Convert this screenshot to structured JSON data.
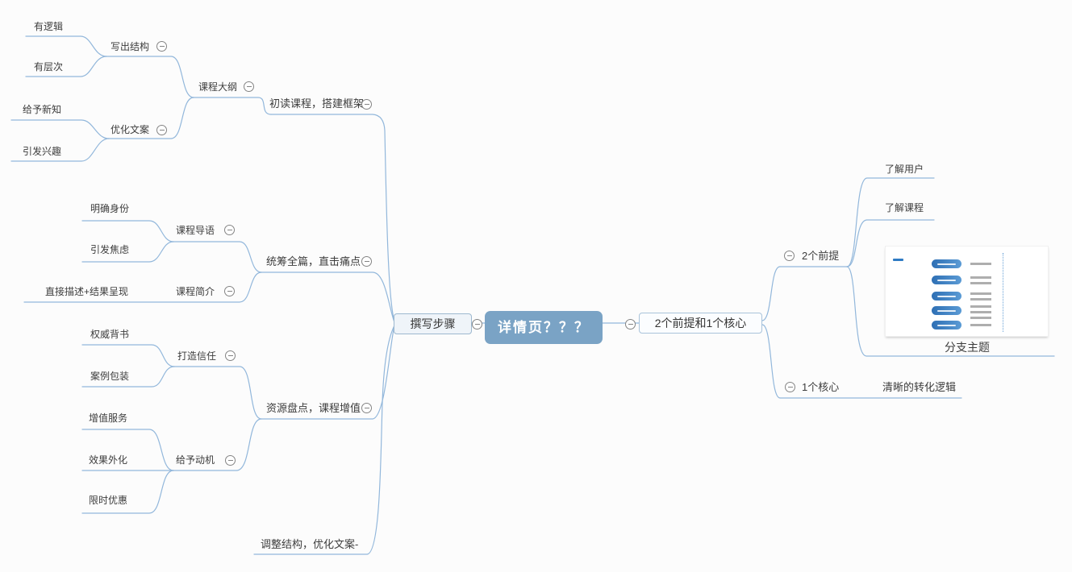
{
  "title": "详情页？？？",
  "colors": {
    "canvas_bg": "#fcfcfc",
    "connector_line": "#92b7db",
    "root_fill": "#7aa3c5",
    "root_text": "#ffffff",
    "primary_box_fill": "#eff4f9",
    "primary_box_border": "#9db8cf",
    "topic_text": "#3c3c3c",
    "thumbnail_pill": "#3c7dc0"
  },
  "tree": {
    "root": {
      "label": "详情页？？？"
    },
    "left": {
      "label": "撰写步骤",
      "children": [
        {
          "label": "初读课程，搭建框架",
          "children": [
            {
              "label": "课程大纲",
              "children": [
                {
                  "label": "写出结构",
                  "children": [
                    {
                      "label": "有逻辑"
                    },
                    {
                      "label": "有层次"
                    }
                  ]
                },
                {
                  "label": "优化文案",
                  "children": [
                    {
                      "label": "给予新知"
                    },
                    {
                      "label": "引发兴趣"
                    }
                  ]
                }
              ]
            }
          ]
        },
        {
          "label": "统筹全篇，直击痛点",
          "children": [
            {
              "label": "课程导语",
              "children": [
                {
                  "label": "明确身份"
                },
                {
                  "label": "引发焦虑"
                }
              ]
            },
            {
              "label": "课程简介",
              "children": [
                {
                  "label": "直接描述+结果呈现"
                }
              ]
            }
          ]
        },
        {
          "label": "资源盘点，课程增值",
          "children": [
            {
              "label": "打造信任",
              "children": [
                {
                  "label": "权威背书"
                },
                {
                  "label": "案例包装"
                }
              ]
            },
            {
              "label": "给予动机",
              "children": [
                {
                  "label": "增值服务"
                },
                {
                  "label": "效果外化"
                },
                {
                  "label": "限时优惠"
                }
              ]
            }
          ]
        },
        {
          "label": "调整结构，优化文案-"
        }
      ]
    },
    "right": {
      "label": "2个前提和1个核心",
      "children": [
        {
          "label": "2个前提",
          "children": [
            {
              "label": "了解用户"
            },
            {
              "label": "了解课程"
            },
            {
              "type": "image",
              "caption": "分支主题",
              "pill_count": 5
            }
          ]
        },
        {
          "label": "1个核心",
          "children": [
            {
              "label": "清晰的转化逻辑"
            }
          ]
        }
      ]
    }
  }
}
